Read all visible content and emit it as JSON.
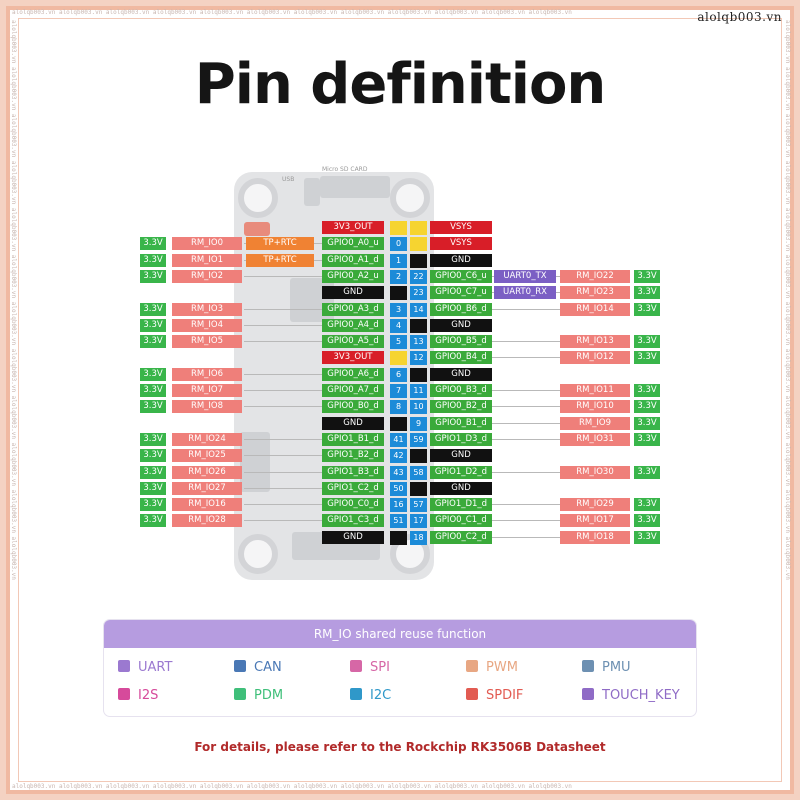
{
  "watermark": "alolqb003.vn",
  "watermark_strip": "alolqb003.vn alolqb003.vn alolqb003.vn alolqb003.vn alolqb003.vn alolqb003.vn alolqb003.vn alolqb003.vn alolqb003.vn alolqb003.vn alolqb003.vn alolqb003.vn",
  "title": "Pin definition",
  "board": {
    "usb": "USB",
    "micro_sd": "Micro SD CARD"
  },
  "left_rows": [
    {
      "v": "",
      "rm": "",
      "tp": "",
      "gpio": "3V3_OUT",
      "gtype": "v3out"
    },
    {
      "v": "3.3V",
      "rm": "RM_IO0",
      "tp": "TP+RTC",
      "gpio": "GPIO0_A0_u",
      "gtype": "gpio"
    },
    {
      "v": "3.3V",
      "rm": "RM_IO1",
      "tp": "TP+RTC",
      "gpio": "GPIO0_A1_d",
      "gtype": "gpio"
    },
    {
      "v": "3.3V",
      "rm": "RM_IO2",
      "tp": "",
      "gpio": "GPIO0_A2_u",
      "gtype": "gpio"
    },
    {
      "v": "",
      "rm": "",
      "tp": "",
      "gpio": "GND",
      "gtype": "gnd"
    },
    {
      "v": "3.3V",
      "rm": "RM_IO3",
      "tp": "",
      "gpio": "GPIO0_A3_d",
      "gtype": "gpio"
    },
    {
      "v": "3.3V",
      "rm": "RM_IO4",
      "tp": "",
      "gpio": "GPIO0_A4_d",
      "gtype": "gpio"
    },
    {
      "v": "3.3V",
      "rm": "RM_IO5",
      "tp": "",
      "gpio": "GPIO0_A5_d",
      "gtype": "gpio"
    },
    {
      "v": "",
      "rm": "",
      "tp": "",
      "gpio": "3V3_OUT",
      "gtype": "v3out"
    },
    {
      "v": "3.3V",
      "rm": "RM_IO6",
      "tp": "",
      "gpio": "GPIO0_A6_d",
      "gtype": "gpio"
    },
    {
      "v": "3.3V",
      "rm": "RM_IO7",
      "tp": "",
      "gpio": "GPIO0_A7_d",
      "gtype": "gpio"
    },
    {
      "v": "3.3V",
      "rm": "RM_IO8",
      "tp": "",
      "gpio": "GPIO0_B0_d",
      "gtype": "gpio"
    },
    {
      "v": "",
      "rm": "",
      "tp": "",
      "gpio": "GND",
      "gtype": "gnd"
    },
    {
      "v": "3.3V",
      "rm": "RM_IO24",
      "tp": "",
      "gpio": "GPIO1_B1_d",
      "gtype": "gpio"
    },
    {
      "v": "3.3V",
      "rm": "RM_IO25",
      "tp": "",
      "gpio": "GPIO1_B2_d",
      "gtype": "gpio"
    },
    {
      "v": "3.3V",
      "rm": "RM_IO26",
      "tp": "",
      "gpio": "GPIO1_B3_d",
      "gtype": "gpio"
    },
    {
      "v": "3.3V",
      "rm": "RM_IO27",
      "tp": "",
      "gpio": "GPIO1_C2_d",
      "gtype": "gpio"
    },
    {
      "v": "3.3V",
      "rm": "RM_IO16",
      "tp": "",
      "gpio": "GPIO0_C0_d",
      "gtype": "gpio"
    },
    {
      "v": "3.3V",
      "rm": "RM_IO28",
      "tp": "",
      "gpio": "GPIO1_C3_d",
      "gtype": "gpio"
    },
    {
      "v": "",
      "rm": "",
      "tp": "",
      "gpio": "GND",
      "gtype": "gnd"
    }
  ],
  "pins_left": [
    "",
    "0",
    "1",
    "2",
    "",
    "3",
    "4",
    "5",
    "",
    "6",
    "7",
    "8",
    "",
    "41",
    "42",
    "43",
    "50",
    "16",
    "51",
    ""
  ],
  "pins_right": [
    "",
    "",
    "",
    "22",
    "23",
    "14",
    "",
    "13",
    "12",
    "",
    "11",
    "10",
    "9",
    "59",
    "",
    "58",
    "",
    "57",
    "17",
    "18"
  ],
  "right_rows": [
    {
      "gpio": "VSYS",
      "gtype": "vsys",
      "uart": "",
      "rm": "",
      "v": ""
    },
    {
      "gpio": "VSYS",
      "gtype": "vsys",
      "uart": "",
      "rm": "",
      "v": ""
    },
    {
      "gpio": "GND",
      "gtype": "gnd",
      "uart": "",
      "rm": "",
      "v": ""
    },
    {
      "gpio": "GPIO0_C6_u",
      "gtype": "gpio",
      "uart": "UART0_TX",
      "rm": "RM_IO22",
      "v": "3.3V"
    },
    {
      "gpio": "GPIO0_C7_u",
      "gtype": "gpio",
      "uart": "UART0_RX",
      "rm": "RM_IO23",
      "v": "3.3V"
    },
    {
      "gpio": "GPIO0_B6_d",
      "gtype": "gpio",
      "uart": "",
      "rm": "RM_IO14",
      "v": "3.3V"
    },
    {
      "gpio": "GND",
      "gtype": "gnd",
      "uart": "",
      "rm": "",
      "v": ""
    },
    {
      "gpio": "GPIO0_B5_d",
      "gtype": "gpio",
      "uart": "",
      "rm": "RM_IO13",
      "v": "3.3V"
    },
    {
      "gpio": "GPIO0_B4_d",
      "gtype": "gpio",
      "uart": "",
      "rm": "RM_IO12",
      "v": "3.3V"
    },
    {
      "gpio": "GND",
      "gtype": "gnd",
      "uart": "",
      "rm": "",
      "v": ""
    },
    {
      "gpio": "GPIO0_B3_d",
      "gtype": "gpio",
      "uart": "",
      "rm": "RM_IO11",
      "v": "3.3V"
    },
    {
      "gpio": "GPIO0_B2_d",
      "gtype": "gpio",
      "uart": "",
      "rm": "RM_IO10",
      "v": "3.3V"
    },
    {
      "gpio": "GPIO0_B1_d",
      "gtype": "gpio",
      "uart": "",
      "rm": "RM_IO9",
      "v": "3.3V"
    },
    {
      "gpio": "GPIO1_D3_d",
      "gtype": "gpio",
      "uart": "",
      "rm": "RM_IO31",
      "v": "3.3V"
    },
    {
      "gpio": "GND",
      "gtype": "gnd",
      "uart": "",
      "rm": "",
      "v": ""
    },
    {
      "gpio": "GPIO1_D2_d",
      "gtype": "gpio",
      "uart": "",
      "rm": "RM_IO30",
      "v": "3.3V"
    },
    {
      "gpio": "GND",
      "gtype": "gnd",
      "uart": "",
      "rm": "",
      "v": ""
    },
    {
      "gpio": "GPIO1_D1_d",
      "gtype": "gpio",
      "uart": "",
      "rm": "RM_IO29",
      "v": "3.3V"
    },
    {
      "gpio": "GPIO0_C1_d",
      "gtype": "gpio",
      "uart": "",
      "rm": "RM_IO17",
      "v": "3.3V"
    },
    {
      "gpio": "GPIO0_C2_d",
      "gtype": "gpio",
      "uart": "",
      "rm": "RM_IO18",
      "v": "3.3V"
    }
  ],
  "legend": {
    "title": "RM_IO shared reuse function",
    "items": [
      {
        "label": "UART",
        "color": "#9b79d0"
      },
      {
        "label": "CAN",
        "color": "#4a78b5"
      },
      {
        "label": "SPI",
        "color": "#d667a6"
      },
      {
        "label": "PWM",
        "color": "#e8a783"
      },
      {
        "label": "PMU",
        "color": "#6d90b2"
      },
      {
        "label": "I2S",
        "color": "#d64a9b"
      },
      {
        "label": "PDM",
        "color": "#3fbf7a"
      },
      {
        "label": "I2C",
        "color": "#2f98c9"
      },
      {
        "label": "SPDIF",
        "color": "#e25b52"
      },
      {
        "label": "TOUCH_KEY",
        "color": "#8f6bc6"
      }
    ]
  },
  "footer": "For details, please refer to the Rockchip RK3506B Datasheet",
  "colors": {
    "v33": "#39b54a",
    "rm": "#ef7f7a",
    "tp": "#f08233",
    "gpio": "#3aaa3a",
    "gnd": "#111111",
    "vsys": "#d81e28",
    "uart": "#7b5fc4",
    "pin": "#1c8bd8",
    "pin_power": "#f6d430"
  }
}
